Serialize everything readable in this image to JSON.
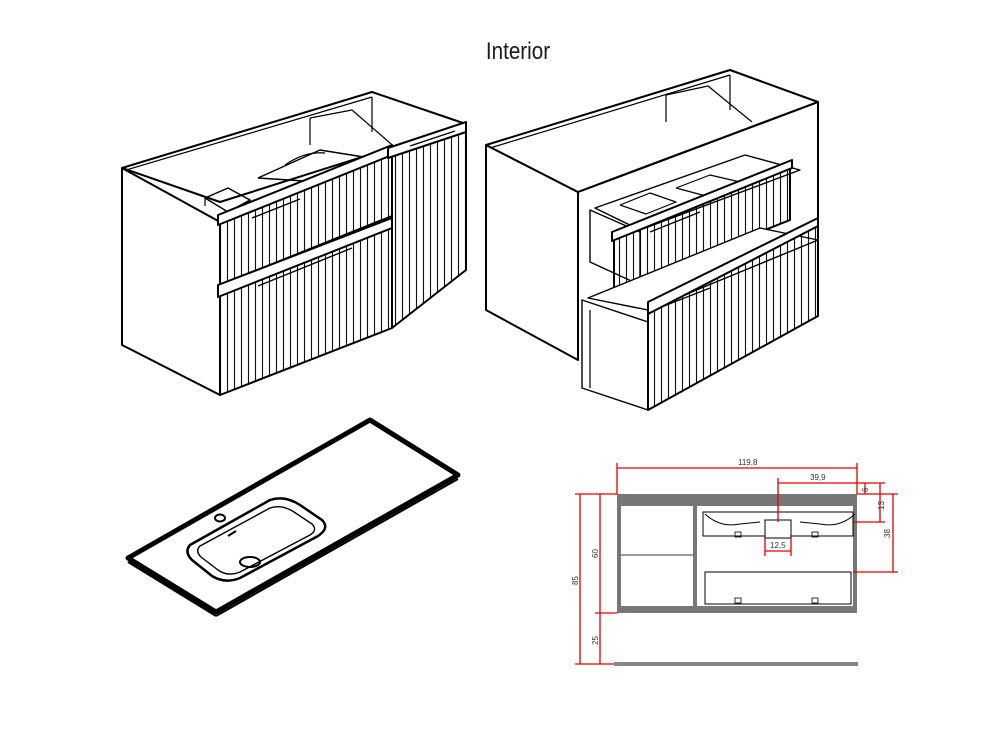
{
  "title": "Interior",
  "dimensions": {
    "total_width": "119,8",
    "inner_width": "39,9",
    "top_small": "6",
    "top_offset": "13",
    "side_depth": "38",
    "drawer_gap": "12,5",
    "height_inner": "60",
    "height_total": "85",
    "height_base": "25"
  },
  "colors": {
    "line": "#000000",
    "dimension": "#e00000",
    "panel": "#777777"
  }
}
